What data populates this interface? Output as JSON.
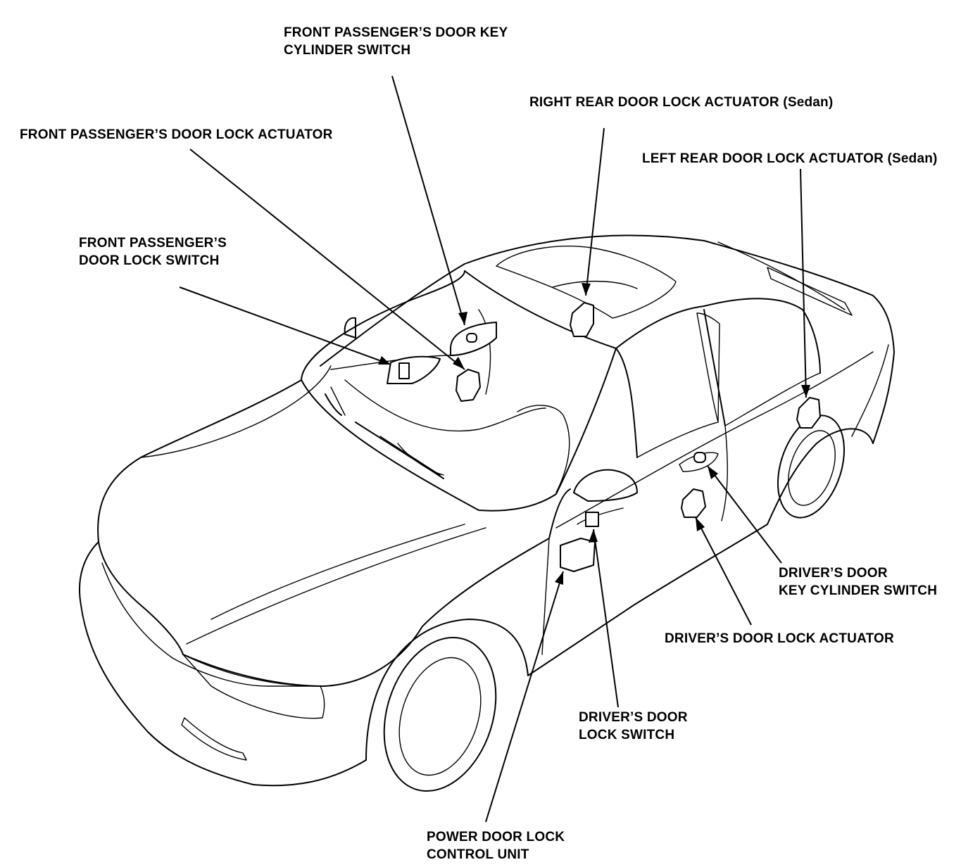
{
  "labels": {
    "front_passenger_key_cylinder_switch": [
      "FRONT PASSENGER’S DOOR KEY",
      "CYLINDER SWITCH"
    ],
    "right_rear_door_lock_actuator": [
      "RIGHT REAR DOOR LOCK ACTUATOR (Sedan)"
    ],
    "front_passenger_door_lock_actuator": [
      "FRONT PASSENGER’S DOOR LOCK ACTUATOR"
    ],
    "left_rear_door_lock_actuator": [
      "LEFT REAR DOOR LOCK ACTUATOR (Sedan)"
    ],
    "front_passenger_door_lock_switch": [
      "FRONT PASSENGER’S",
      "DOOR LOCK SWITCH"
    ],
    "driver_door_key_cylinder_switch": [
      "DRIVER’S DOOR",
      "KEY CYLINDER SWITCH"
    ],
    "driver_door_lock_actuator": [
      "DRIVER’S DOOR LOCK ACTUATOR"
    ],
    "driver_door_lock_switch": [
      "DRIVER’S DOOR",
      "LOCK SWITCH"
    ],
    "power_door_lock_control_unit": [
      "POWER DOOR LOCK",
      "CONTROL UNIT"
    ]
  },
  "colors": {
    "ink": "#000000",
    "paper": "#ffffff"
  }
}
